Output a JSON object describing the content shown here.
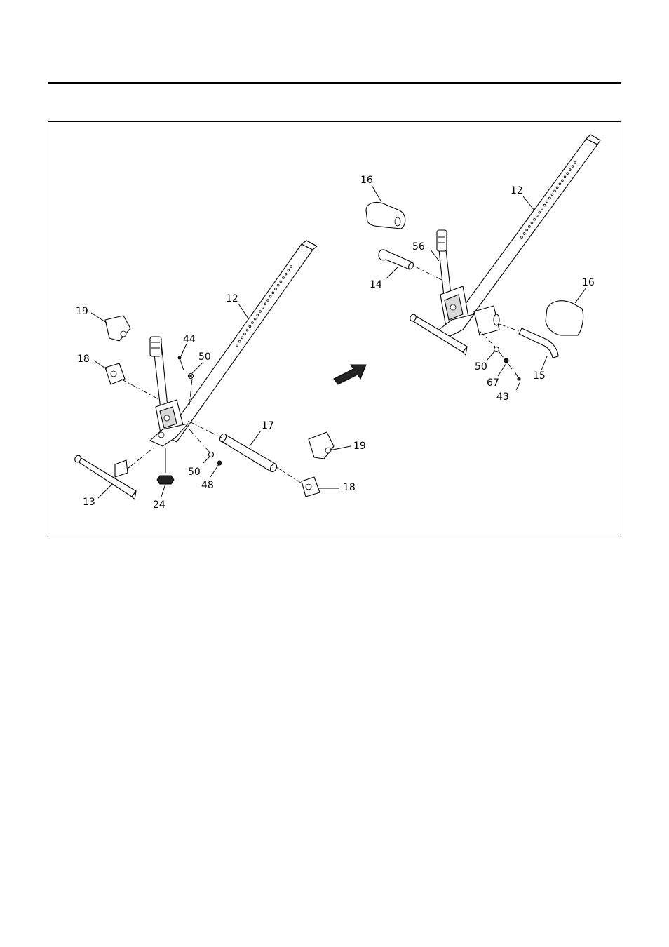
{
  "labels": {
    "left": {
      "tube_12": "12",
      "cap_19_top": "19",
      "cap_18_top": "18",
      "bolt_44": "44",
      "washer_50_top": "50",
      "axle_17": "17",
      "cap_19_right": "19",
      "cap_18_right": "18",
      "washer_50_low": "50",
      "nut_48": "48",
      "stabilizer_13": "13",
      "knob_24": "24"
    },
    "right": {
      "pad_16_top": "16",
      "tube_12": "12",
      "lever_56": "56",
      "leg_14": "14",
      "pad_16_right": "16",
      "washer_50": "50",
      "leg_15": "15",
      "washer_67": "67",
      "bolt_43": "43"
    }
  },
  "arrow_icon": "step-arrow-icon",
  "colors": {
    "line": "#000000",
    "background": "#ffffff",
    "shade": "#d9d9d9"
  }
}
